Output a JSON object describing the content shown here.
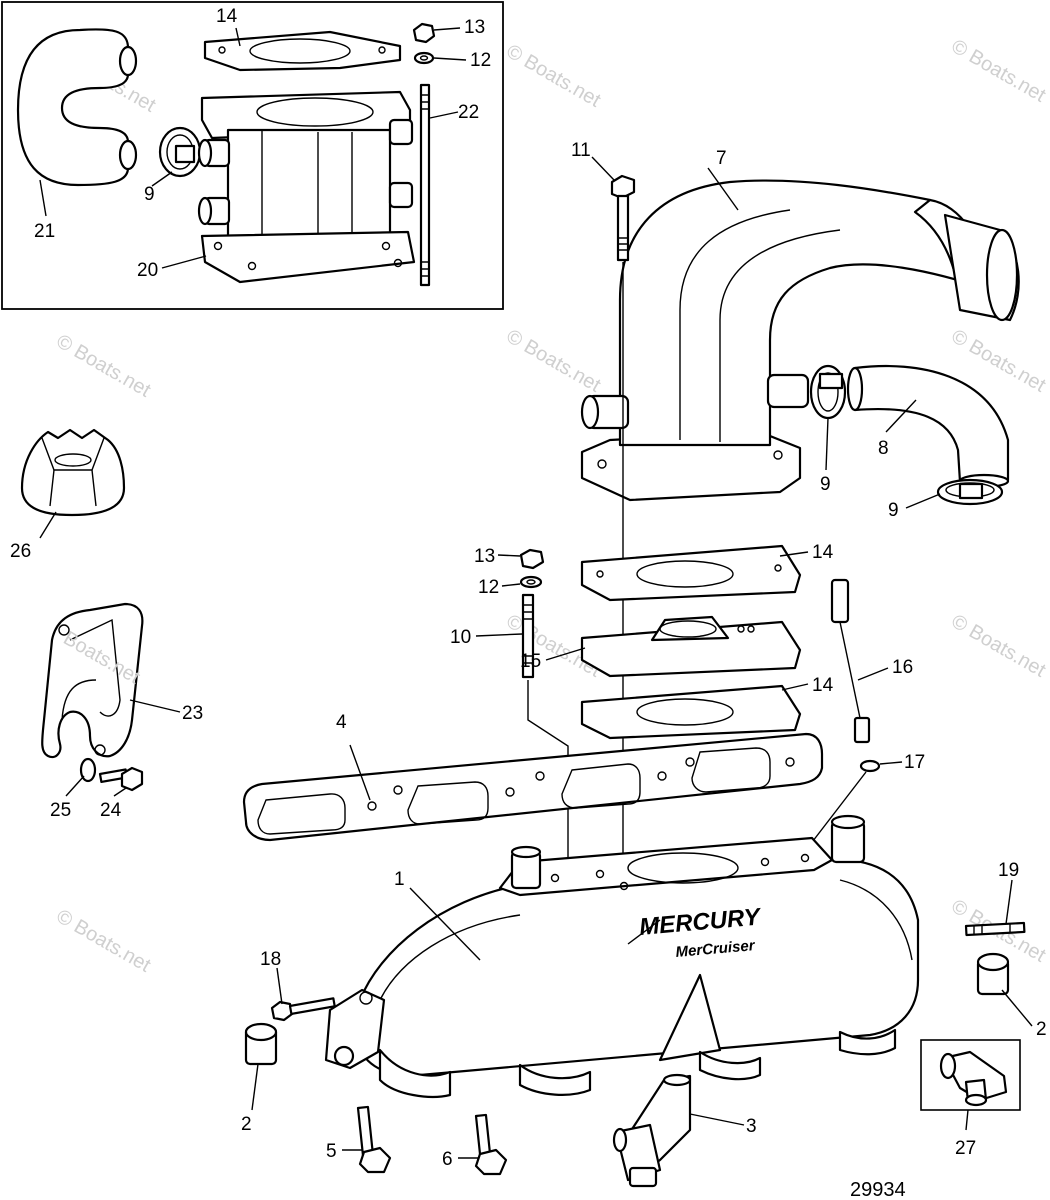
{
  "watermark": "© Boats.net",
  "inset_watermark": "Boats.net",
  "branding": {
    "line1": "MERCURY",
    "line2": "MerCruiser"
  },
  "doc_number": "29934",
  "callouts": [
    "1",
    "2",
    "2",
    "3",
    "4",
    "5",
    "6",
    "7",
    "8",
    "9",
    "9",
    "9",
    "10",
    "11",
    "12",
    "12",
    "13",
    "13",
    "14",
    "14",
    "14",
    "15",
    "16",
    "17",
    "18",
    "19",
    "20",
    "21",
    "22",
    "23",
    "24",
    "25",
    "26",
    "27"
  ],
  "colors": {
    "line": "#000000",
    "watermark": "#cfcfcf",
    "background": "#ffffff"
  }
}
